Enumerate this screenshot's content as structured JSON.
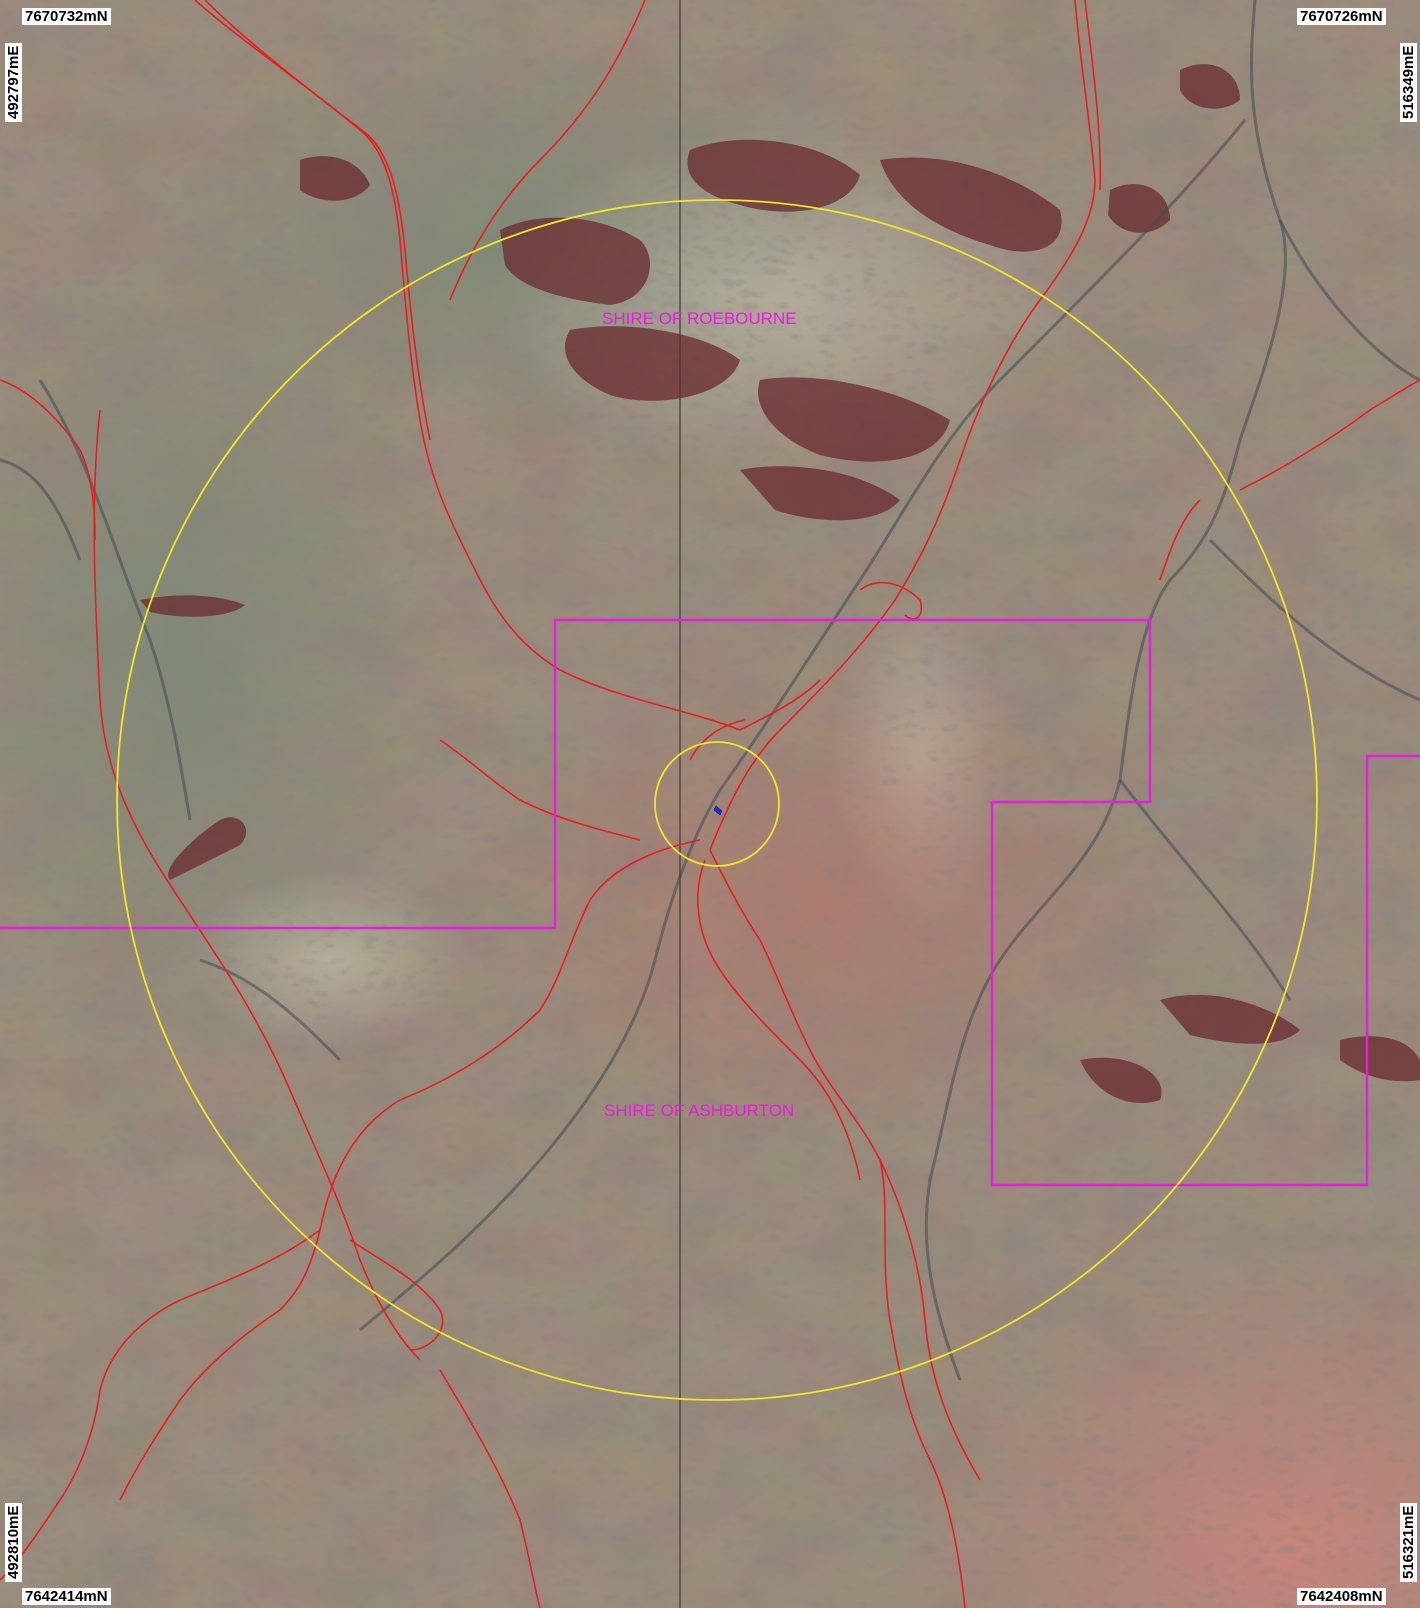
{
  "map": {
    "corner_labels": {
      "top_left_northing": "7670732mN",
      "top_right_northing": "7670726mN",
      "bottom_left_northing": "7642414mN",
      "bottom_right_northing": "7642408mN",
      "top_left_easting": "492797mE",
      "bottom_left_easting": "492810mE",
      "top_right_easting": "516349mE",
      "bottom_right_easting": "516321mE"
    },
    "regions": {
      "north": "SHIRE OF ROEBOURNE",
      "south": "SHIRE OF ASHBURTON"
    },
    "colors": {
      "terrain": "#8a7d6c",
      "terrain_red": "#b8756a",
      "terrain_green": "#7f8f7c",
      "roads": "#e81e1e",
      "shire_boundary": "#ea1be0",
      "buffer_circles": "#f2e626",
      "grid_line": "#3a3a3a",
      "site_marker": "#1d2fd6"
    }
  }
}
